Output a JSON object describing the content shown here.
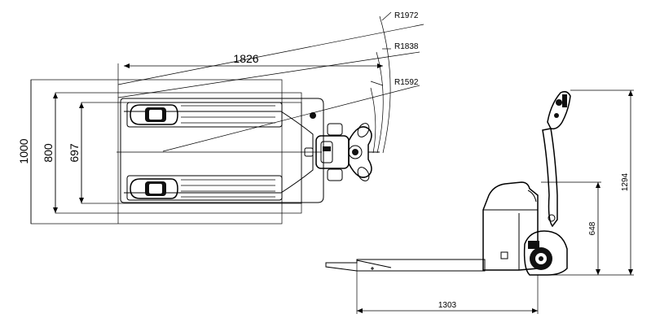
{
  "dimensions": {
    "overall_length": "1826",
    "total_width": "1000",
    "fork_spread": "800",
    "fork_inner": "697",
    "radius_1": "R1972",
    "radius_2": "R1838",
    "radius_3": "R1592",
    "height_total": "1294",
    "height_handle": "648",
    "fork_length": "1303"
  }
}
